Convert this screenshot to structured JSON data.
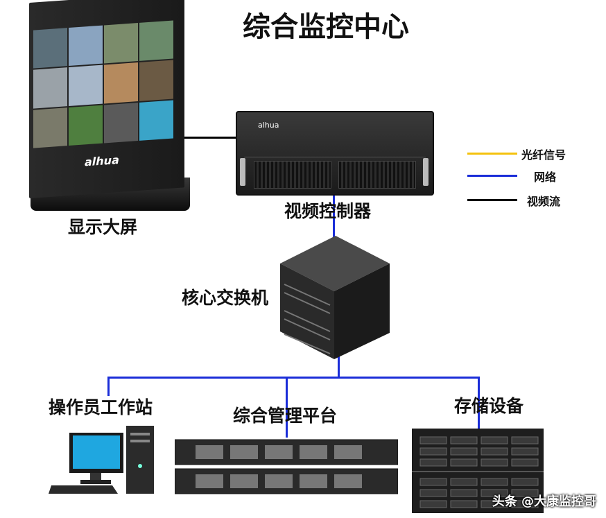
{
  "title": "综合监控中心",
  "nodes": {
    "video_wall": "显示大屏",
    "video_controller": "视频控制器",
    "core_switch": "核心交换机",
    "workstation": "操作员工作站",
    "management_platform": "综合管理平台",
    "storage": "存储设备"
  },
  "brand": {
    "wall_logo": "alhua",
    "controller_logo": "alhua"
  },
  "legend": [
    {
      "label": "光纤信号",
      "color": "#f4c20d"
    },
    {
      "label": "网络",
      "color": "#1a2dd8"
    },
    {
      "label": "视频流",
      "color": "#000000"
    }
  ],
  "watermark": "头条 @大康监控哥"
}
